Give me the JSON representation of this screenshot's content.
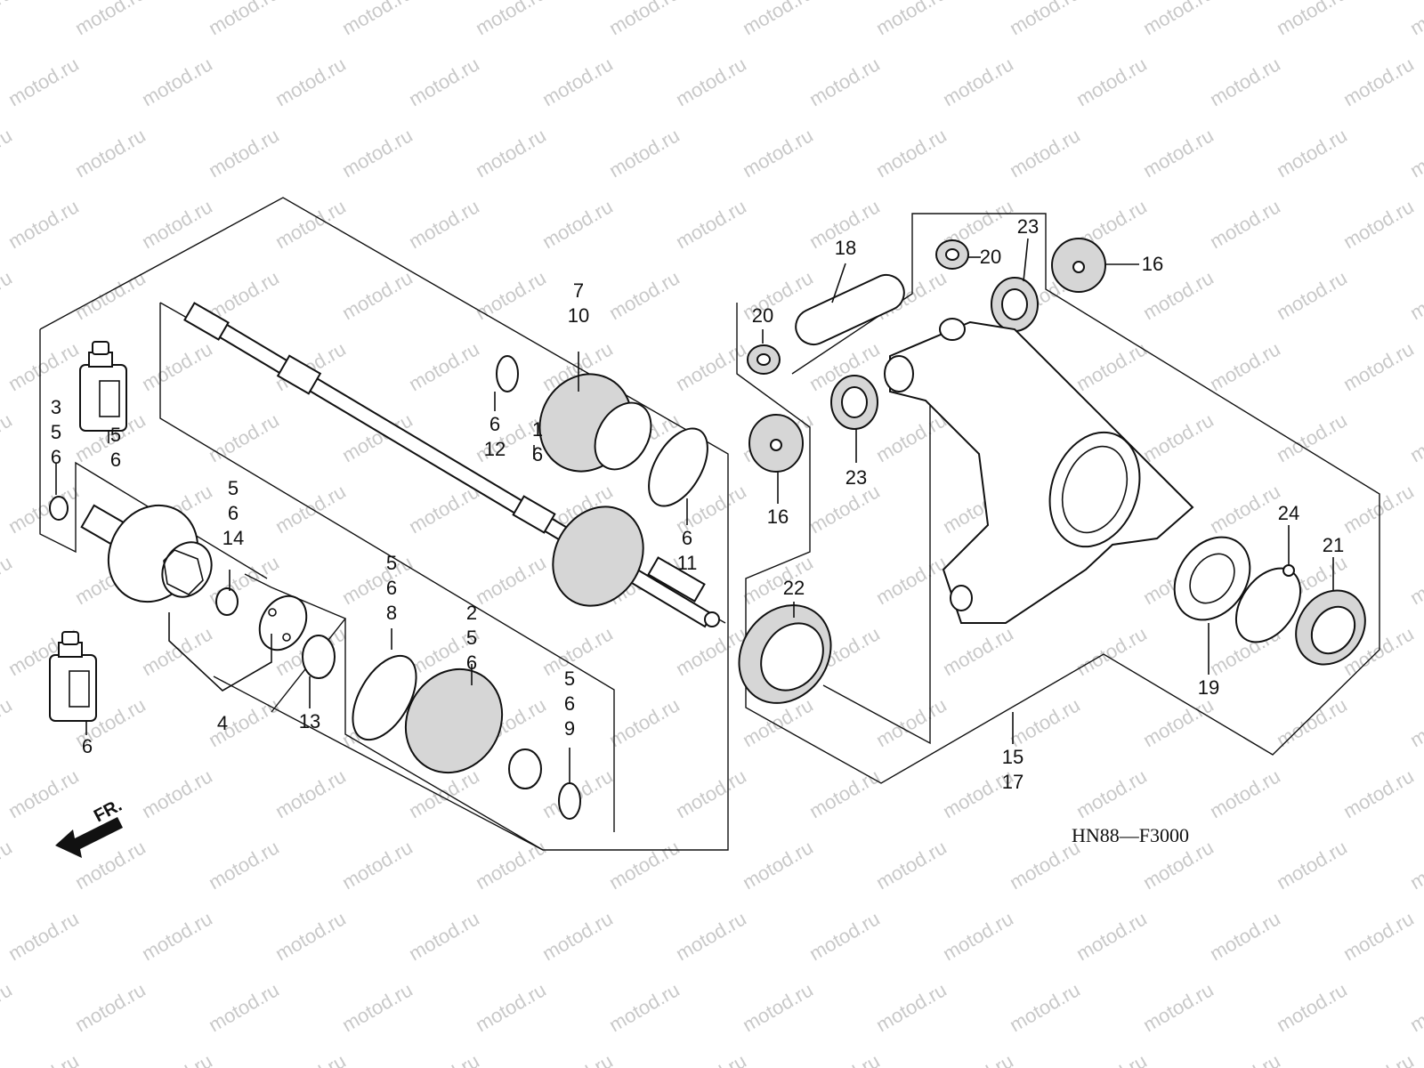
{
  "watermark": "motod.ru",
  "diagram_code": "HN88—F3000",
  "direction_label": "FR.",
  "callouts": [
    {
      "id": "c-3-5-6",
      "lines": [
        "3",
        "5",
        "6"
      ]
    },
    {
      "id": "c-5-6-bottle",
      "lines": [
        "5",
        "6"
      ]
    },
    {
      "id": "c-6-bottle",
      "lines": [
        "6"
      ]
    },
    {
      "id": "c-4",
      "lines": [
        "4"
      ]
    },
    {
      "id": "c-5-6-14",
      "lines": [
        "5",
        "6",
        "14"
      ]
    },
    {
      "id": "c-13",
      "lines": [
        "13"
      ]
    },
    {
      "id": "c-5-6-8",
      "lines": [
        "5",
        "6",
        "8"
      ]
    },
    {
      "id": "c-2-5-6",
      "lines": [
        "2",
        "5",
        "6"
      ]
    },
    {
      "id": "c-5-6-9",
      "lines": [
        "5",
        "6",
        "9"
      ]
    },
    {
      "id": "c-7-10",
      "lines": [
        "7",
        "10"
      ]
    },
    {
      "id": "c-6-12",
      "lines": [
        "6",
        "12"
      ]
    },
    {
      "id": "c-1-6",
      "lines": [
        "1",
        "6"
      ]
    },
    {
      "id": "c-6-11",
      "lines": [
        "6",
        "11"
      ]
    },
    {
      "id": "c-20-left",
      "lines": [
        "20"
      ]
    },
    {
      "id": "c-16-left",
      "lines": [
        "16"
      ]
    },
    {
      "id": "c-18",
      "lines": [
        "18"
      ]
    },
    {
      "id": "c-20-top",
      "lines": [
        "20"
      ]
    },
    {
      "id": "c-23-top",
      "lines": [
        "23"
      ]
    },
    {
      "id": "c-16-right",
      "lines": [
        "16"
      ]
    },
    {
      "id": "c-23-mid",
      "lines": [
        "23"
      ]
    },
    {
      "id": "c-22",
      "lines": [
        "22"
      ]
    },
    {
      "id": "c-24",
      "lines": [
        "24"
      ]
    },
    {
      "id": "c-21",
      "lines": [
        "21"
      ]
    },
    {
      "id": "c-19",
      "lines": [
        "19"
      ]
    },
    {
      "id": "c-15-17",
      "lines": [
        "15",
        "17"
      ]
    }
  ]
}
